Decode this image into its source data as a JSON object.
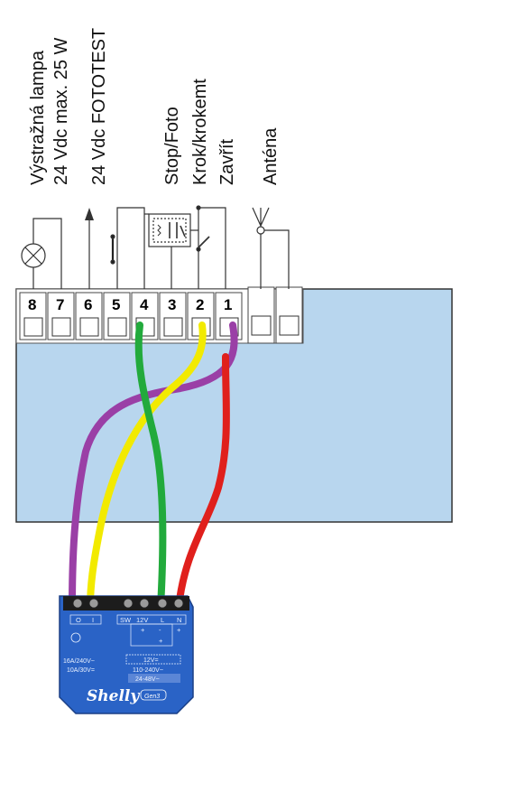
{
  "labels": {
    "lamp_line1": "Výstražná lampa",
    "lamp_line2": "24 Vdc max. 25 W",
    "fototest": "24 Vdc FOTOTEST",
    "stop": "Stop/Foto",
    "step": "Krok/krokemt",
    "close": "Zavřít",
    "antenna": "Anténa"
  },
  "terminals": [
    "8",
    "7",
    "6",
    "5",
    "4",
    "3",
    "2",
    "1"
  ],
  "device": {
    "brand": "Shelly",
    "gen": "Gen3",
    "o": "O",
    "i": "I",
    "sw": "SW",
    "v12": "12V",
    "l": "L",
    "n": "N",
    "plus": "+",
    "minus": "-",
    "rating_ac": "16A/240V~",
    "rating_dc": "10A/30V=",
    "supply_12": "12V=",
    "supply_ac": "110-240V~",
    "supply_range": "24-48V~"
  },
  "colors": {
    "panel": "#b8d6ee",
    "wire_green": "#22aa3c",
    "wire_yellow": "#f2ea00",
    "wire_purple": "#9a3fa6",
    "wire_red": "#e0201c",
    "device": "#2a63c6"
  }
}
